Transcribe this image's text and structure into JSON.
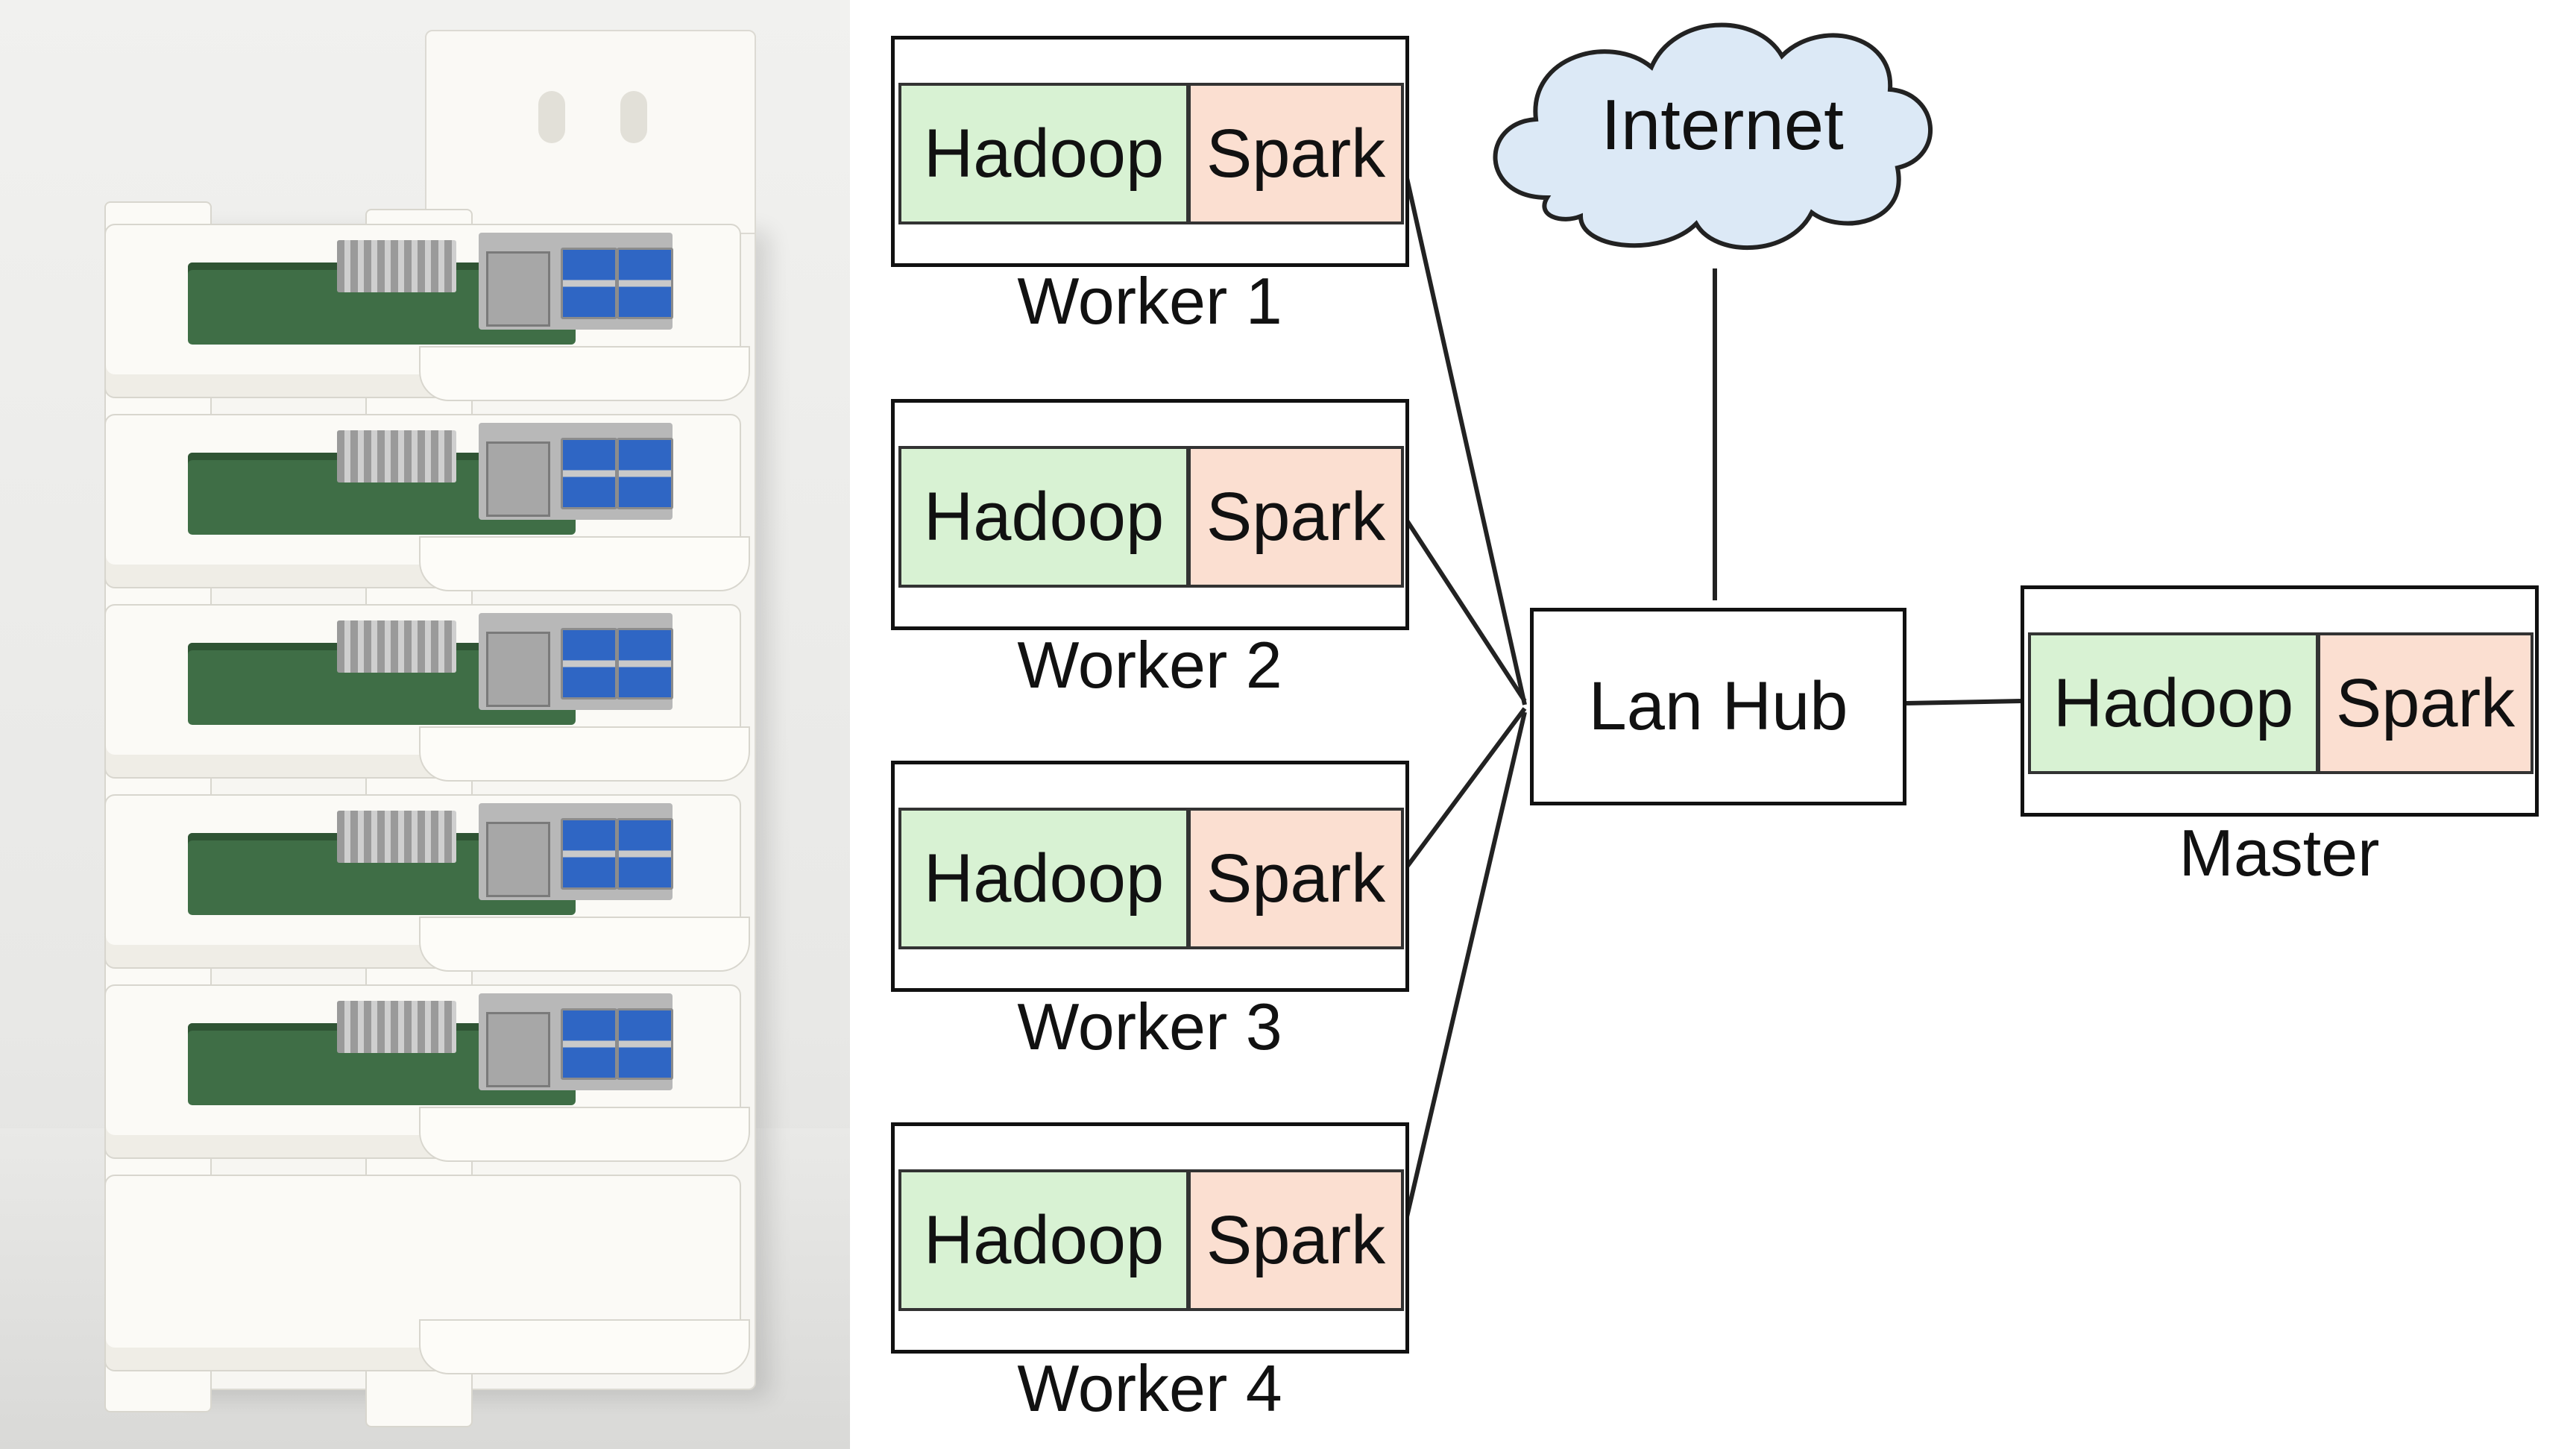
{
  "workers": [
    {
      "label": "Worker 1",
      "left": "Hadoop",
      "right": "Spark"
    },
    {
      "label": "Worker 2",
      "left": "Hadoop",
      "right": "Spark"
    },
    {
      "label": "Worker 3",
      "left": "Hadoop",
      "right": "Spark"
    },
    {
      "label": "Worker 4",
      "left": "Hadoop",
      "right": "Spark"
    }
  ],
  "master": {
    "label": "Master",
    "left": "Hadoop",
    "right": "Spark"
  },
  "hub": {
    "label": "Lan Hub"
  },
  "internet": {
    "label": "Internet"
  },
  "colors": {
    "hadoop_fill": "#d8f2d3",
    "spark_fill": "#fbdfd1",
    "cloud_fill": "#dce9f6",
    "line": "#222222"
  }
}
